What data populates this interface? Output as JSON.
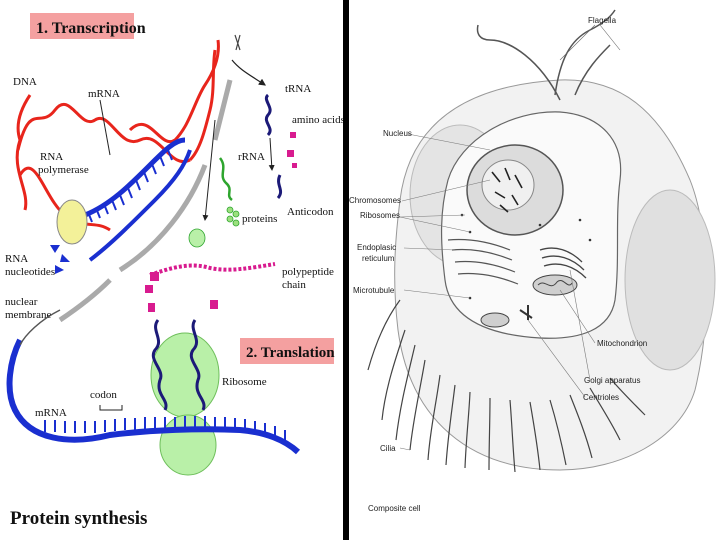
{
  "left_panel": {
    "header_transcription": "1. Transcription",
    "header_translation": "2. Translation",
    "title": "Protein synthesis",
    "labels": {
      "dna": "DNA",
      "mrna_top": "mRNA",
      "rna_polymerase_1": "RNA",
      "rna_polymerase_2": "polymerase",
      "rna_nucleotides_1": "RNA",
      "rna_nucleotides_2": "nucleotides",
      "nuclear_membrane_1": "nuclear",
      "nuclear_membrane_2": "membrane",
      "trna": "tRNA",
      "amino_acids": "amino acids",
      "rrna": "rRNA",
      "proteins": "proteins",
      "anticodon": "Anticodon",
      "polypeptide_1": "polypeptide",
      "polypeptide_2": "chain",
      "ribosome": "Ribosome",
      "codon": "codon",
      "mrna_bottom": "mRNA"
    },
    "colors": {
      "header_bg": "#f4a0a0",
      "dna": "#e8251c",
      "mrna": "#1a2fd0",
      "ribosome": "#b9f0a8",
      "polymerase": "#f3f199",
      "trna": "#1c1a78",
      "rrna": "#2ea52e",
      "amino_acid": "#d81b8f"
    }
  },
  "right_panel": {
    "caption": "Composite cell",
    "labels": {
      "flagella": "Flagella",
      "nucleus": "Nucleus",
      "chromosomes": "Chromosomes",
      "ribosomes": "Ribosomes",
      "er_1": "Endoplasic",
      "er_2": "reticulum",
      "microtubule": "Microtubule",
      "mitochondrion": "Mitochondrion",
      "golgi": "Golgi apparatus",
      "centrioles": "Centrioles",
      "cilia": "Cilia"
    }
  }
}
